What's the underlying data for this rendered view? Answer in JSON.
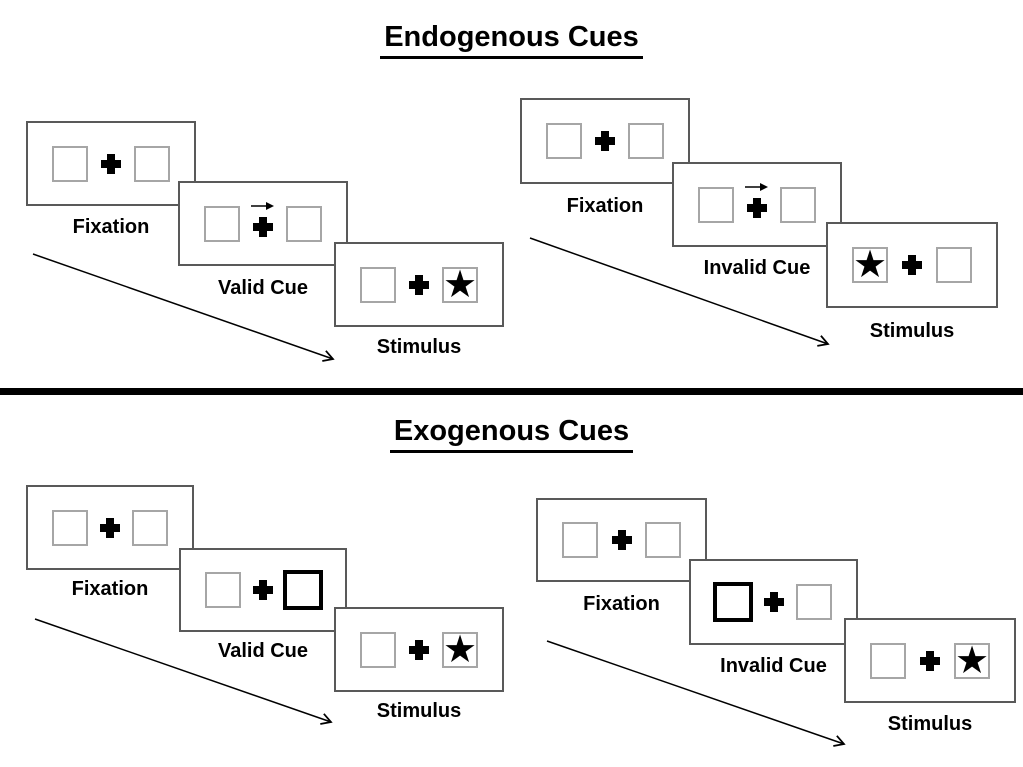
{
  "icons": {
    "star": "★",
    "cue_arrow": "right-arrow",
    "fixation_cross": "plus-cross"
  },
  "colors": {
    "ink": "#000000",
    "panel_border": "#595959",
    "placeholder_square_border": "#a6a6a6",
    "divider": "#000000"
  },
  "sections": [
    {
      "title": "Endogenous Cues",
      "sequences": [
        {
          "name": "valid-trial",
          "steps": [
            {
              "label": "Fixation",
              "content": "two empty squares with central cross"
            },
            {
              "label": "Valid Cue",
              "content": "right-pointing arrow above cross",
              "cue": "arrow-right"
            },
            {
              "label": "Stimulus",
              "content": "star in right square",
              "star": "right"
            }
          ]
        },
        {
          "name": "invalid-trial",
          "steps": [
            {
              "label": "Fixation",
              "content": "two empty squares with central cross"
            },
            {
              "label": "Invalid Cue",
              "content": "right-pointing arrow above cross",
              "cue": "arrow-right"
            },
            {
              "label": "Stimulus",
              "content": "star in left square",
              "star": "left"
            }
          ]
        }
      ]
    },
    {
      "title": "Exogenous Cues",
      "sequences": [
        {
          "name": "valid-trial",
          "steps": [
            {
              "label": "Fixation",
              "content": "two empty squares with central cross"
            },
            {
              "label": "Valid Cue",
              "content": "right square highlighted bold",
              "cue": "highlight-right"
            },
            {
              "label": "Stimulus",
              "content": "star in right square",
              "star": "right"
            }
          ]
        },
        {
          "name": "invalid-trial",
          "steps": [
            {
              "label": "Fixation",
              "content": "two empty squares with central cross"
            },
            {
              "label": "Invalid Cue",
              "content": "left square highlighted bold",
              "cue": "highlight-left"
            },
            {
              "label": "Stimulus",
              "content": "star in right square",
              "star": "right"
            }
          ]
        }
      ]
    }
  ]
}
